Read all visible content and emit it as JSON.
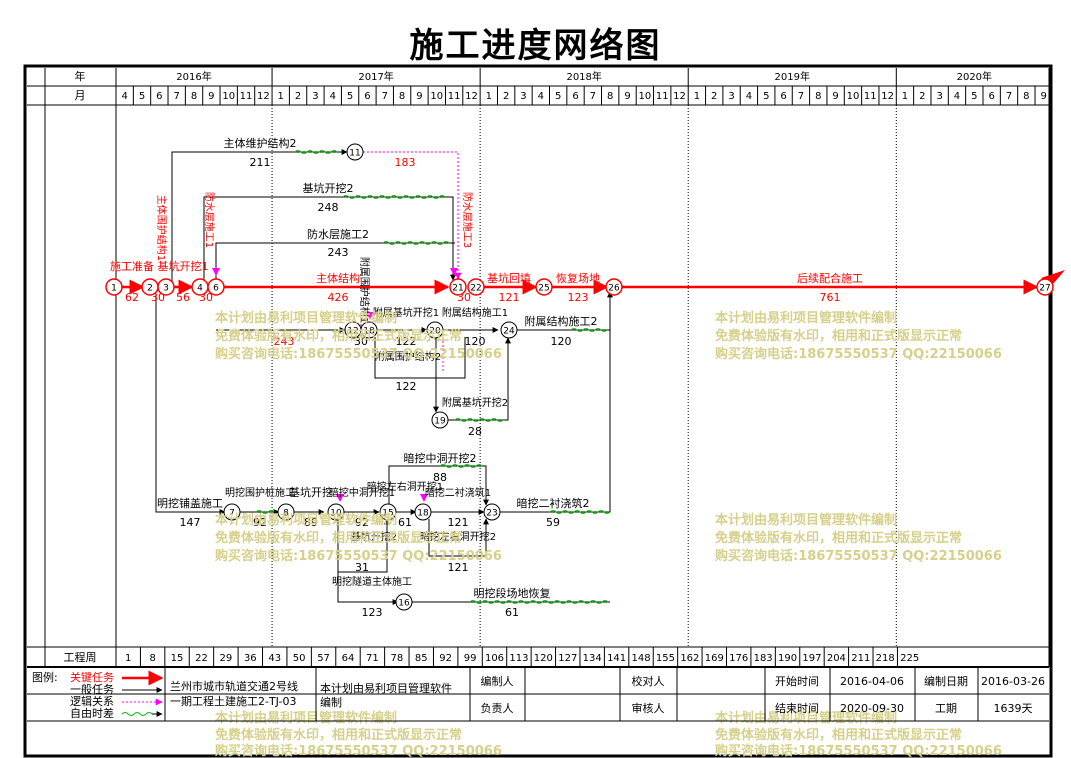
{
  "title": "施工进度网络图",
  "header": {
    "year_label": "年",
    "month_label": "月",
    "week_label": "工程周",
    "years": [
      "2016年",
      "2017年",
      "2018年",
      "2019年",
      "2020年"
    ],
    "months": [
      "4",
      "5",
      "6",
      "7",
      "8",
      "9",
      "10",
      "11",
      "12",
      "1",
      "2",
      "3",
      "4",
      "5",
      "6",
      "7",
      "8",
      "9",
      "10",
      "11",
      "12",
      "1",
      "2",
      "3",
      "4",
      "5",
      "6",
      "7",
      "8",
      "9",
      "10",
      "11",
      "12",
      "1",
      "2",
      "3",
      "4",
      "5",
      "6",
      "7",
      "8",
      "9",
      "10",
      "11",
      "12",
      "1",
      "2",
      "3",
      "4",
      "5",
      "6",
      "7",
      "8",
      "9"
    ],
    "weeks": [
      "1",
      "8",
      "15",
      "22",
      "29",
      "36",
      "43",
      "50",
      "57",
      "64",
      "71",
      "78",
      "85",
      "92",
      "99",
      "106",
      "113",
      "120",
      "127",
      "134",
      "141",
      "148",
      "155",
      "162",
      "169",
      "176",
      "183",
      "190",
      "197",
      "204",
      "211",
      "218",
      "225"
    ]
  },
  "nodes": [
    "1",
    "2",
    "3",
    "4",
    "6",
    "11",
    "21",
    "22",
    "25",
    "26",
    "27",
    "12",
    "18",
    "20",
    "24",
    "19",
    "7",
    "8",
    "10",
    "15",
    "18",
    "23",
    "16"
  ],
  "tasks": [
    {
      "name": "施工准备",
      "dur": "62",
      "critical": true
    },
    {
      "name": "主体围护结构1",
      "dur": "30",
      "critical": true
    },
    {
      "name": "基坑开挖1",
      "dur": "56",
      "critical": true
    },
    {
      "name": "防水层施工1",
      "dur": "30",
      "critical": true
    },
    {
      "name": "主体结构",
      "dur": "426",
      "critical": true
    },
    {
      "name": "防水层施工3",
      "dur": "30",
      "critical": true
    },
    {
      "name": "基坑回填",
      "dur": "121",
      "critical": true
    },
    {
      "name": "恢复场地",
      "dur": "123",
      "critical": true
    },
    {
      "name": "后续配合施工",
      "dur": "761",
      "critical": true
    },
    {
      "name": "主体维护结构2",
      "dur": "211",
      "critical": false
    },
    {
      "name": "183",
      "dur": "",
      "critical": false
    },
    {
      "name": "基坑开挖2",
      "dur": "248",
      "critical": false
    },
    {
      "name": "防水层施工2",
      "dur": "243",
      "critical": false
    },
    {
      "name": "附属围护结构1",
      "dur": "30",
      "critical": false
    },
    {
      "name": "附属基坑开挖1",
      "dur": "122",
      "critical": false
    },
    {
      "name": "附属结构施工1",
      "dur": "120",
      "critical": false
    },
    {
      "name": "附属结构施工2",
      "dur": "120",
      "critical": false
    },
    {
      "name": "附属围护结构2",
      "dur": "122",
      "critical": false
    },
    {
      "name": "附属基坑开挖2",
      "dur": "28",
      "critical": false
    },
    {
      "name": "明挖铺盖施工",
      "dur": "147",
      "critical": false
    },
    {
      "name": "明挖围护桩施工",
      "dur": "92",
      "critical": false
    },
    {
      "name": "基坑开挖",
      "dur": "89",
      "critical": false
    },
    {
      "name": "暗挖中洞开挖1",
      "dur": "92",
      "critical": false
    },
    {
      "name": "暗挖中洞开挖2",
      "dur": "88",
      "critical": false
    },
    {
      "name": "暗挖左右洞开挖1",
      "dur": "61",
      "critical": false
    },
    {
      "name": "暗挖二衬浇筑1",
      "dur": "121",
      "critical": false
    },
    {
      "name": "暗挖左右洞开挖2",
      "dur": "121",
      "critical": false
    },
    {
      "name": "暗挖二衬浇筑2",
      "dur": "59",
      "critical": false
    },
    {
      "name": "基坑开挖2",
      "dur": "31",
      "critical": false
    },
    {
      "name": "明挖隧道主体施工",
      "dur": "123",
      "critical": false
    },
    {
      "name": "明挖段场地恢复",
      "dur": "61",
      "critical": false
    }
  ],
  "labels": {
    "n243": "243"
  },
  "watermark": {
    "line1": "本计划由易利项目管理软件编制",
    "line2": "免费体验版有水印，相用和正式版显示正常",
    "line3": "购买咨询电话:18675550537 QQ:22150066"
  },
  "legend": {
    "title": "图例:",
    "items": [
      "关键任务",
      "一般任务",
      "逻辑关系",
      "自由时差"
    ]
  },
  "footer": {
    "project_line1": "兰州市城市轨道交通2号线",
    "project_line2": "一期工程土建施工2-TJ-03",
    "software_line1": "本计划由易利项目管理软件",
    "software_line2": "编制",
    "compiler_label": "编制人",
    "reviewer_label": "校对人",
    "responsible_label": "负责人",
    "auditor_label": "审核人",
    "start_label": "开始时间",
    "start_value": "2016-04-06",
    "end_label": "结束时间",
    "end_value": "2020-09-30",
    "date_label": "编制日期",
    "date_value": "2016-03-26",
    "duration_label": "工期",
    "duration_value": "1639天"
  },
  "colors": {
    "critical": "#ff0000",
    "normal": "#000000",
    "logic": "#ff00ff",
    "float": "#00c000",
    "watermark": "#d6d08a"
  }
}
